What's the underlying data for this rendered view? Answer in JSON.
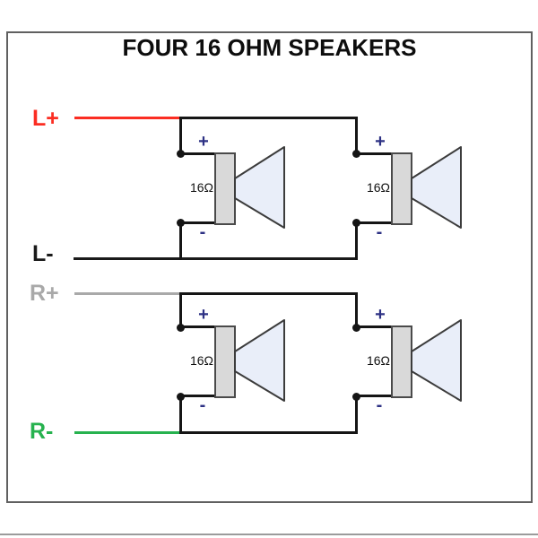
{
  "title": "FOUR 16 OHM SPEAKERS",
  "terminals": {
    "l_plus": {
      "label": "L+",
      "color": "#fb2d22"
    },
    "l_minus": {
      "label": "L-",
      "color": "#1a1a1a"
    },
    "r_plus": {
      "label": "R+",
      "color": "#a9a9a9"
    },
    "r_minus": {
      "label": "R-",
      "color": "#27b24f"
    }
  },
  "colors": {
    "wire": "#151515",
    "polarity": "#2d3184",
    "magnet_fill": "#d9d9d9",
    "cone_fill": "#e9eef9",
    "box_border": "#606060",
    "divider": "#9b9b9b"
  },
  "speakers": [
    {
      "impedance": "16Ω",
      "plus": "+",
      "minus": "-"
    },
    {
      "impedance": "16Ω",
      "plus": "+",
      "minus": "-"
    },
    {
      "impedance": "16Ω",
      "plus": "+",
      "minus": "-"
    },
    {
      "impedance": "16Ω",
      "plus": "+",
      "minus": "-"
    }
  ]
}
